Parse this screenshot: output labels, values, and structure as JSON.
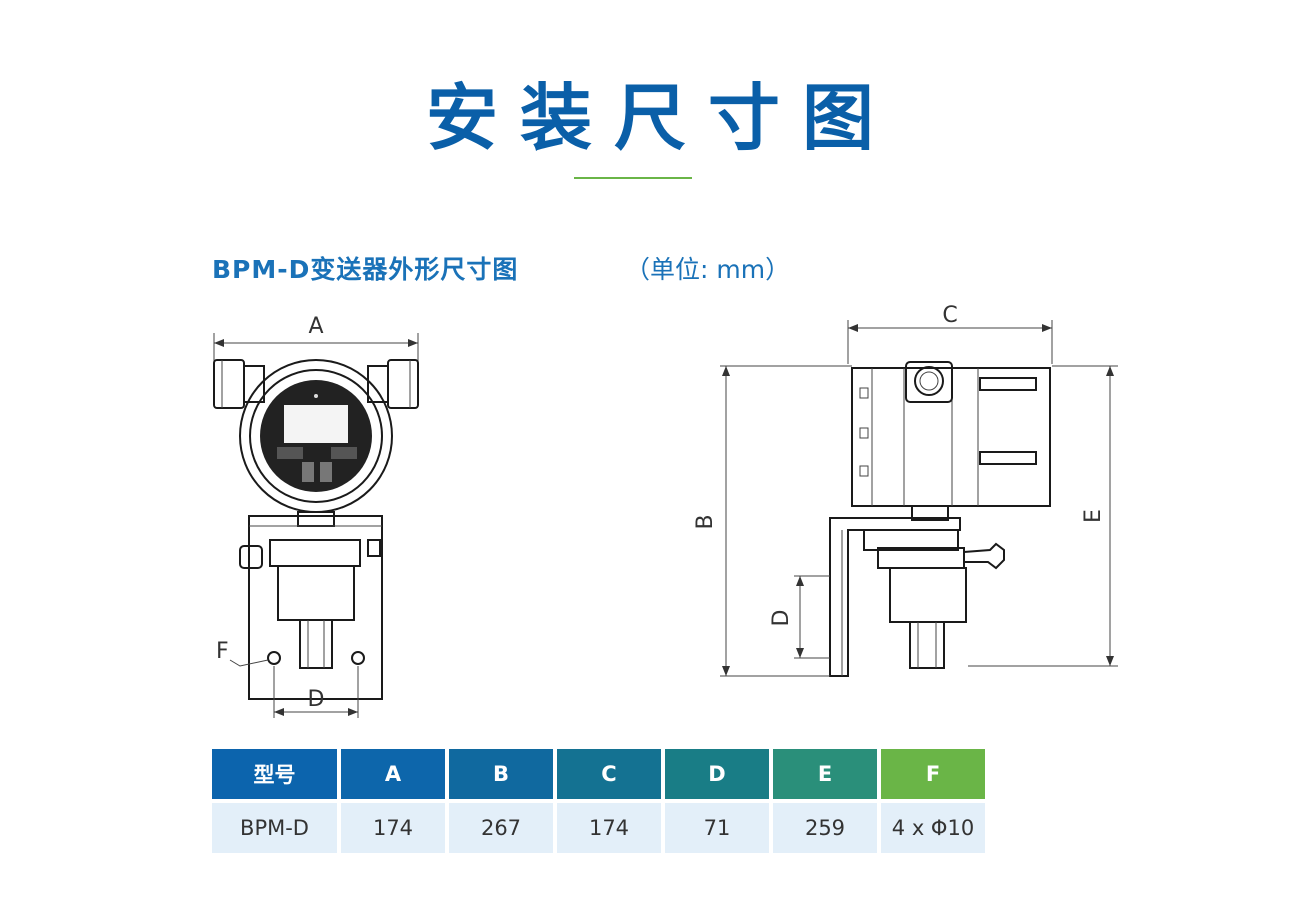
{
  "page_title": "安装尺寸图",
  "drawing_title": "BPM-D变送器外形尺寸图",
  "unit_note": "（单位: mm）",
  "dimension_labels": {
    "a": "A",
    "b": "B",
    "c": "C",
    "d": "D",
    "e": "E",
    "f": "F"
  },
  "colors": {
    "title": "#0a5fa8",
    "rule": "#6ab547",
    "cell_bg": "#e3eff9"
  },
  "table": {
    "headers": [
      "型号",
      "A",
      "B",
      "C",
      "D",
      "E",
      "F"
    ],
    "header_colors": [
      "#0c64ad",
      "#0d66ab",
      "#10699f",
      "#147292",
      "#197d86",
      "#2a8f7a",
      "#6ab547"
    ],
    "rows": [
      [
        "BPM-D",
        "174",
        "267",
        "174",
        "71",
        "259",
        "4 x Φ10"
      ]
    ]
  }
}
